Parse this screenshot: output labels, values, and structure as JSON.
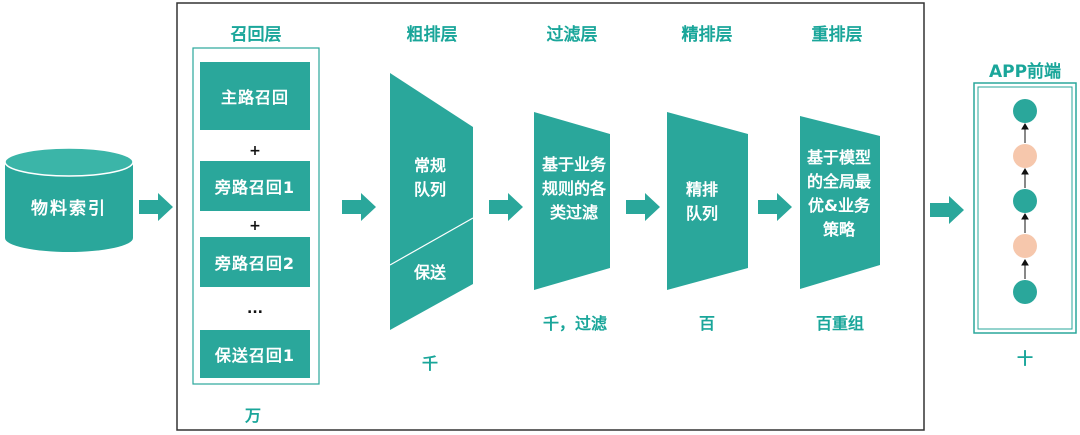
{
  "source": {
    "label": "物料索引"
  },
  "recall": {
    "title": "召回层",
    "items": [
      "主路召回",
      "旁路召回1",
      "旁路召回2",
      "保送召回1"
    ],
    "separators": [
      "+",
      "+",
      "..."
    ],
    "scale": "万"
  },
  "coarse": {
    "title": "粗排层",
    "top": "常规队列",
    "bottom": "保送",
    "scale": "千"
  },
  "filter": {
    "title": "过滤层",
    "body": "基于业务规则的各类过滤",
    "scale": "千，过滤"
  },
  "fine": {
    "title": "精排层",
    "body": "精排队列",
    "scale": "百"
  },
  "rerank": {
    "title": "重排层",
    "body": "基于模型的全局最优&业务策略",
    "scale": "百重组"
  },
  "app": {
    "title": "APP前端",
    "scale": "十"
  },
  "colors": {
    "teal": "#2aa79b",
    "peach": "#f6c7ac",
    "title": "#1aa69a"
  }
}
